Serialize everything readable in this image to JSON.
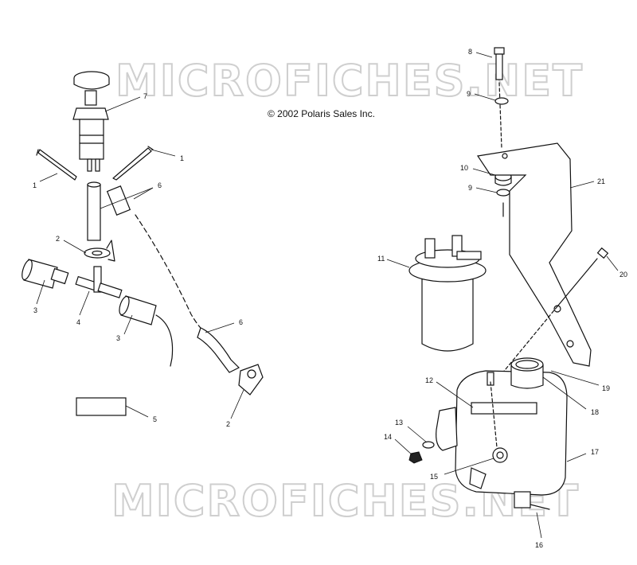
{
  "copyright": "© 2002 Polaris Sales Inc.",
  "watermark": "MICROFICHES.NET",
  "callouts": {
    "c1a": "1",
    "c1b": "1",
    "c2a": "2",
    "c2b": "2",
    "c3a": "3",
    "c3b": "3",
    "c4": "4",
    "c5": "5",
    "c6a": "6",
    "c6b": "6",
    "c7": "7",
    "c8": "8",
    "c9a": "9",
    "c9b": "9",
    "c10": "10",
    "c11": "11",
    "c12": "12",
    "c13": "13",
    "c14": "14",
    "c15": "15",
    "c16": "16",
    "c17": "17",
    "c18": "18",
    "c19": "19",
    "c20": "20",
    "c21": "21"
  }
}
